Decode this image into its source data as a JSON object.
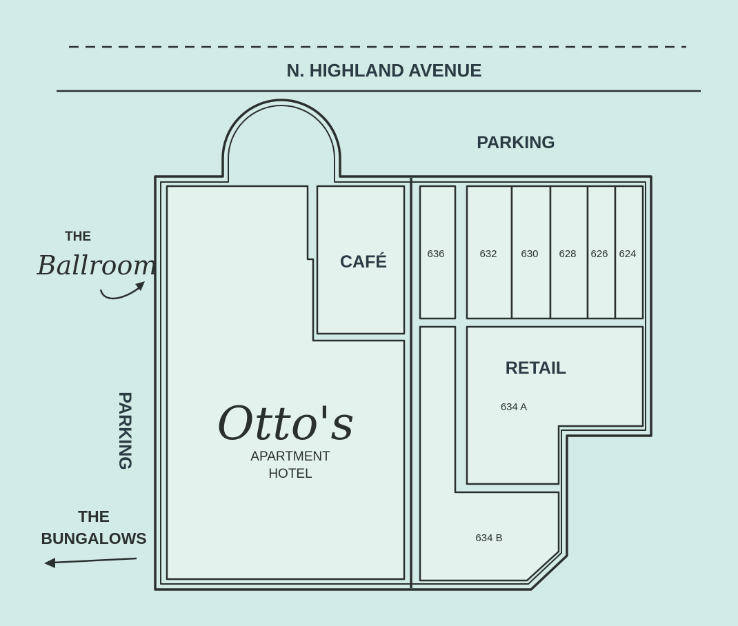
{
  "street": "N. HIGHLAND AVENUE",
  "parking_top": "PARKING",
  "parking_left": "PARKING",
  "ballroom": {
    "the": "THE",
    "name": "Ballroom"
  },
  "bungalows": {
    "line1": "THE",
    "line2": "BUNGALOWS"
  },
  "hotel": {
    "name": "Otto's",
    "line1": "APARTMENT",
    "line2": "HOTEL"
  },
  "cafe": "CAFÉ",
  "units": [
    "636",
    "632",
    "630",
    "628",
    "626",
    "624"
  ],
  "retail": {
    "title": "RETAIL",
    "unit_a": "634 A",
    "unit_b": "634 B"
  },
  "colors": {
    "background": "#d3ebe7",
    "ink": "#2a302e",
    "label": "#2a3b43",
    "floor": "#e4f2ee"
  }
}
